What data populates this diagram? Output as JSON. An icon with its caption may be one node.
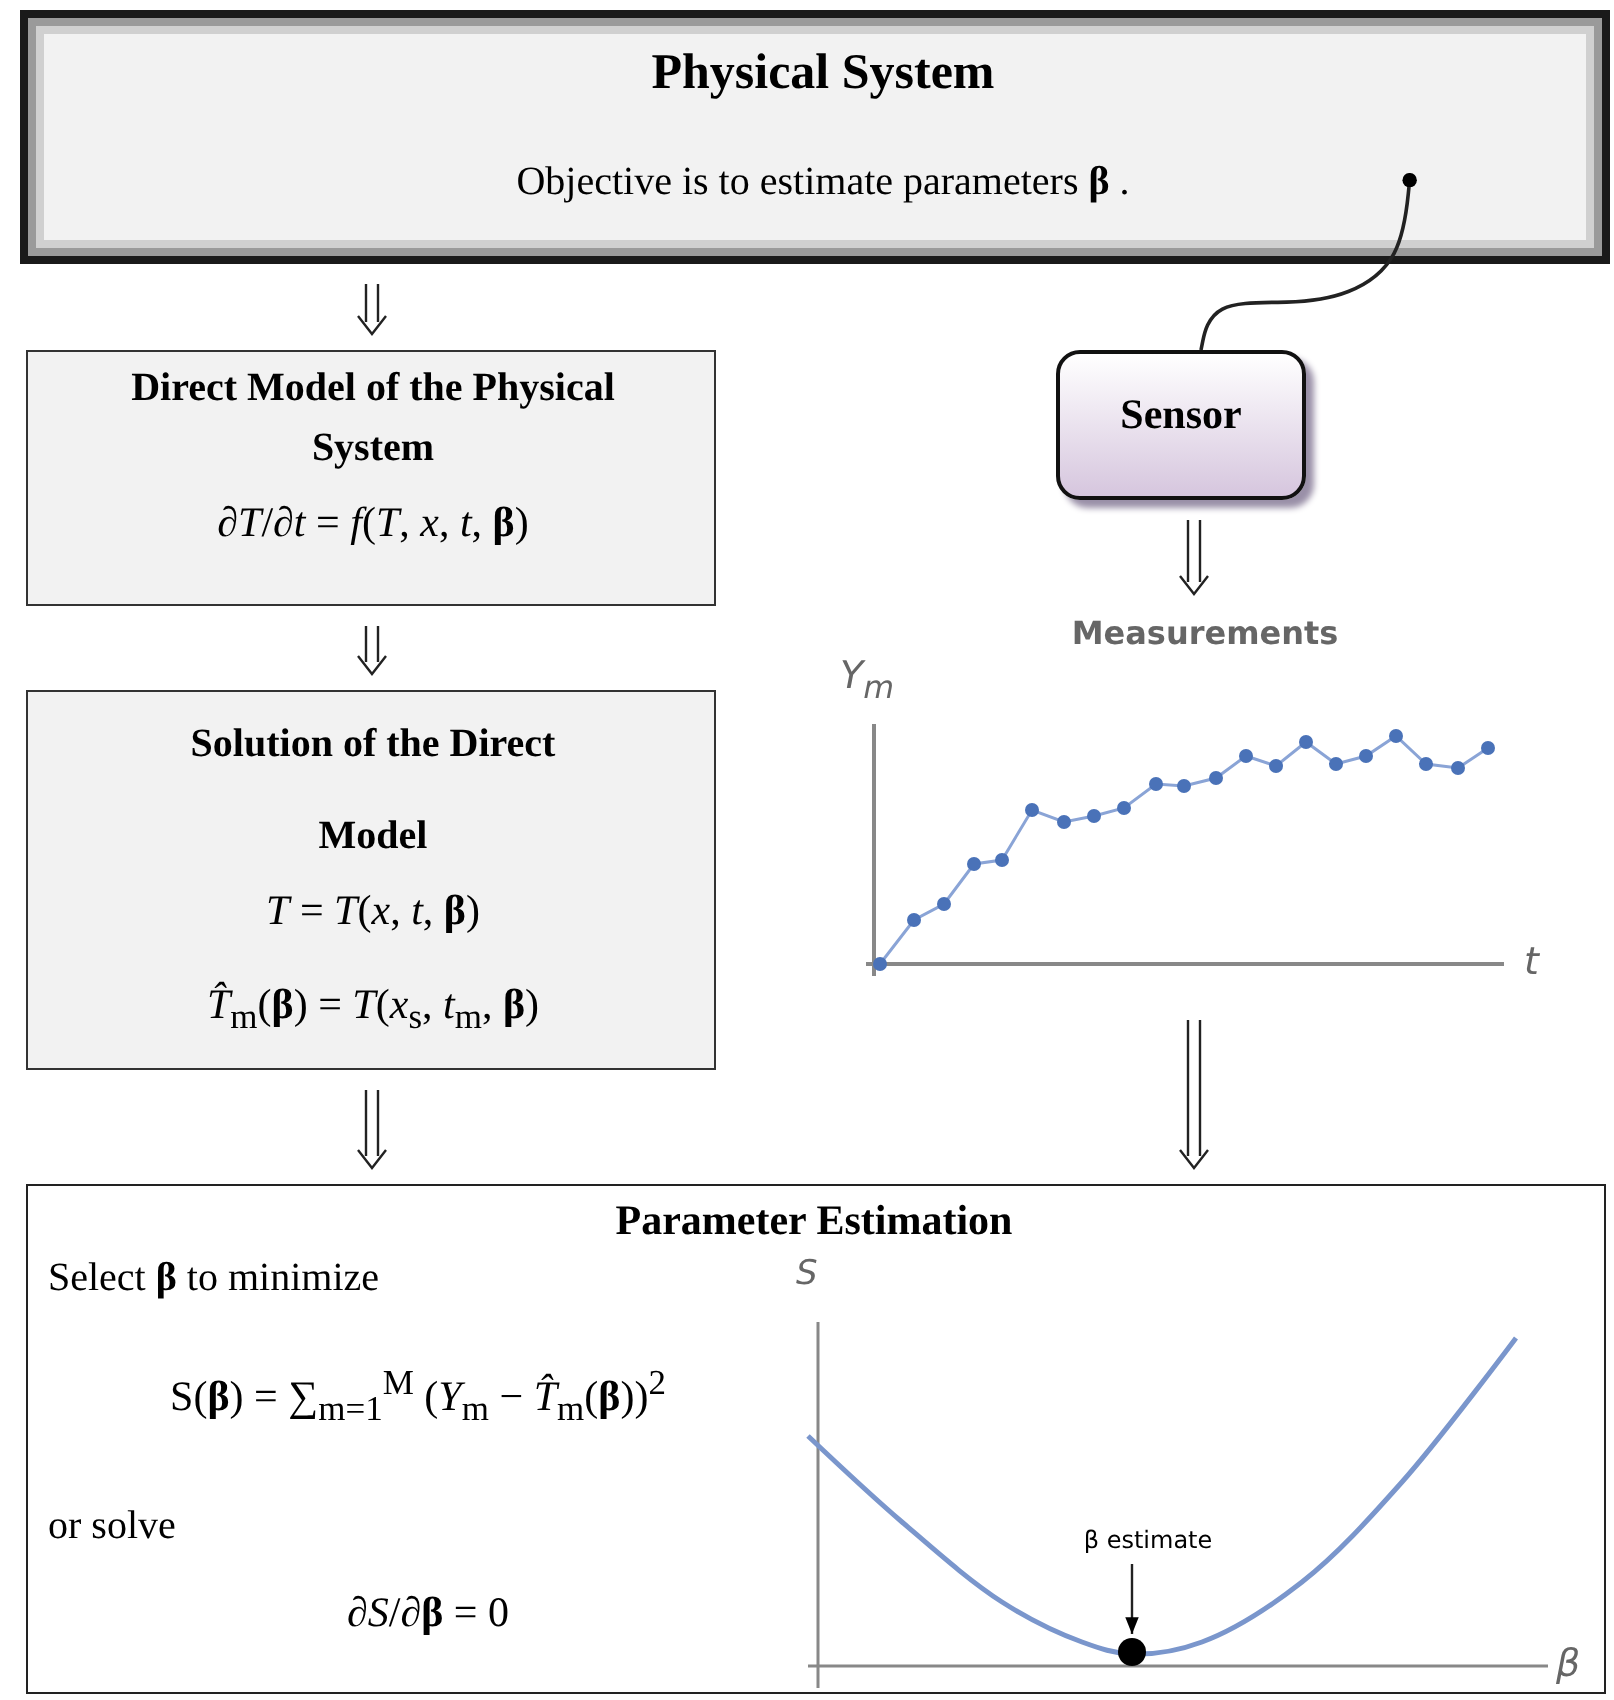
{
  "diagram": {
    "nodes": [
      {
        "text": [
          "Physical System",
          "Objective is to estimate parameters **β** ."
        ]
      },
      {
        "text": [
          "Direct Model of the Physical System",
          "∂*T*/∂*t* = *f*(*T*, *x*, *t*, **β**)"
        ]
      },
      {
        "text": [
          "Solution of the Direct Model",
          "*T* = *T*(*x*, *t*, **β**)",
          "*T̂*$_{m}$(**β**) = *T*(*x*$_{s}$, *t*$_{m}$, **β**)"
        ]
      },
      {
        "text": [
          "Sensor"
        ]
      },
      {
        "text": [
          "Measurements"
        ]
      },
      {
        "text": [
          "Parameter Estimation",
          "Select **β** to minimize",
          "S(**β**) = ∑$_{m=1}$$^{M}$ (*Y*$_{m}$ − *T̂*$_{m}$(**β**))$^{2}$",
          "or solve",
          "∂*S*/∂**β** = 0"
        ]
      },
      {
        "text": [
          "β estimate"
        ],
        "in": 5
      },
      {
        "text": [],
        "shape": "circle",
        "in": 5
      }
    ],
    "edges": [
      {
        "from": 0,
        "to": 1,
        "arrow": "to"
      },
      {
        "from": 0,
        "to": 3,
        "arrow": "other"
      },
      {
        "from": 1,
        "to": 2,
        "arrow": "to"
      },
      {
        "from": 3,
        "to": 4,
        "arrow": "to"
      },
      {
        "from": 2,
        "to": 5,
        "arrow": "to"
      },
      {
        "from": 4,
        "to": 5,
        "arrow": "to"
      },
      {
        "from": 6,
        "to": 7,
        "arrow": "to"
      }
    ],
    "labels": [
      "Y$_{m}$",
      "t",
      "S",
      "β"
    ]
  }
}
